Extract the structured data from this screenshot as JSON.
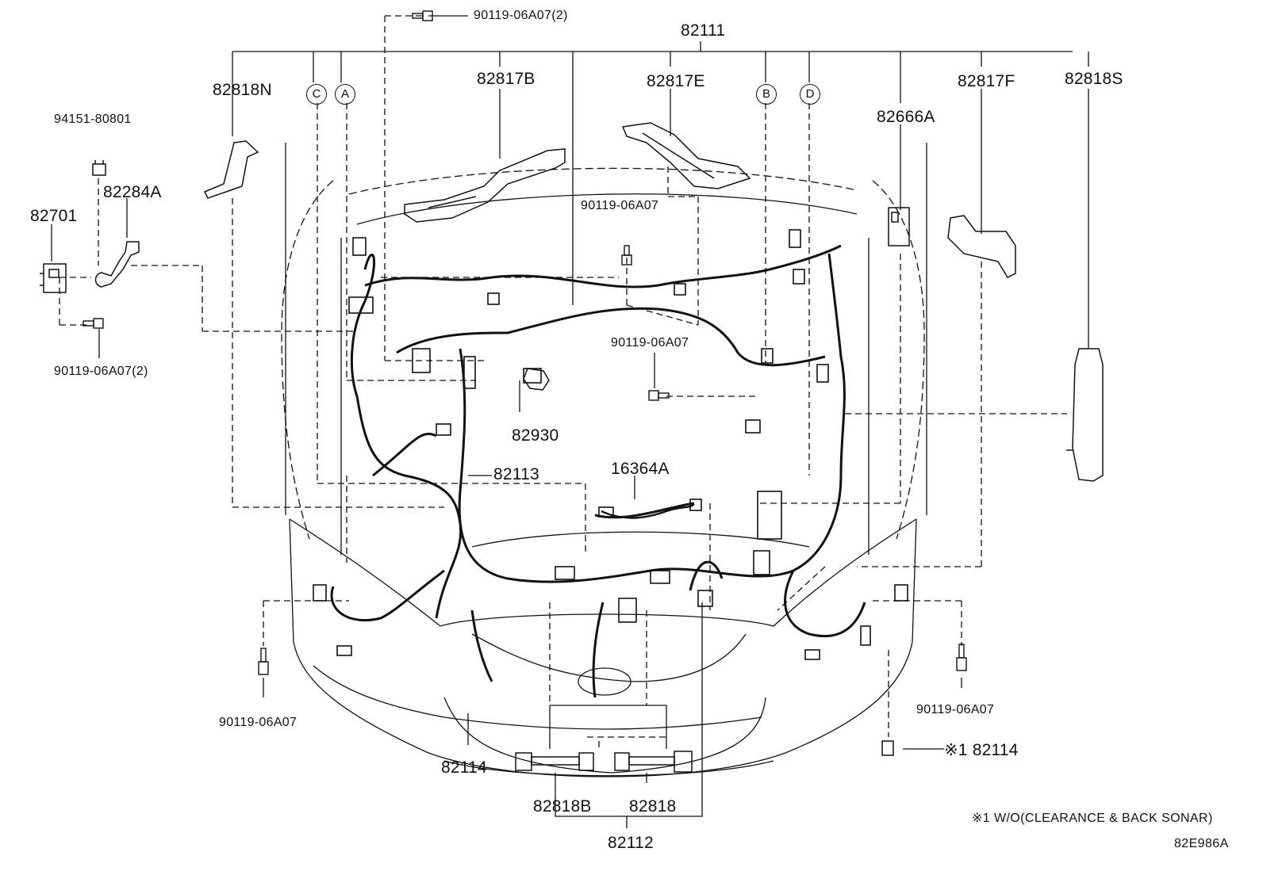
{
  "callouts": {
    "p82111": "82111",
    "p82818N": "82818N",
    "p82817B": "82817B",
    "p82817E": "82817E",
    "p82817F": "82817F",
    "p82818S": "82818S",
    "p82666A": "82666A",
    "p94151": "94151-80801",
    "p82284A": "82284A",
    "p82701": "82701",
    "p90119_top2": "90119-06A07(2)",
    "p90119_left2": "90119-06A07(2)",
    "p90119_mid1": "90119-06A07",
    "p90119_mid2": "90119-06A07",
    "p90119_bl": "90119-06A07",
    "p90119_br": "90119-06A07",
    "p82930": "82930",
    "p82113": "82113",
    "p16364A": "16364A",
    "p82114_l": "82114",
    "p82114_r": "※1 82114",
    "p82818B": "82818B",
    "p82818": "82818",
    "p82112": "82112"
  },
  "reference_marks": [
    "C",
    "A",
    "B",
    "D"
  ],
  "note": "※1 W/O(CLEARANCE & BACK SONAR)",
  "diagram_code": "82E986A",
  "colors": {
    "ink": "#111111",
    "background": "#ffffff"
  }
}
